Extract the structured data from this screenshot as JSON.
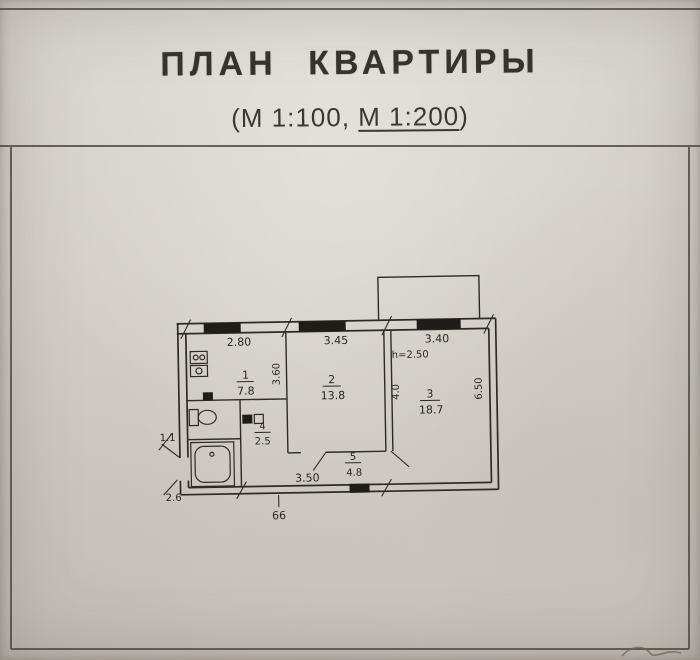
{
  "page": {
    "title": "ПЛАН КВАРТИРЫ",
    "scale_prefix": "(М 1:100, ",
    "scale_underlined": "М 1:200",
    "scale_suffix": ")"
  },
  "plan": {
    "dims_top": [
      "2.80",
      "3.45",
      "3.40"
    ],
    "height_note": "h=2.50",
    "dims_vertical": [
      "3.60",
      "4.0",
      "6.50"
    ],
    "dim_bottom": "3.50",
    "dim_entry": "66",
    "dim_left_upper": "1.1",
    "dim_left_lower": "2.6",
    "rooms": [
      {
        "num": "1",
        "area": "7.8"
      },
      {
        "num": "2",
        "area": "13.8"
      },
      {
        "num": "3",
        "area": "18.7"
      },
      {
        "num": "4",
        "area": "2.5"
      },
      {
        "num": "5",
        "area": "4.8"
      }
    ]
  }
}
